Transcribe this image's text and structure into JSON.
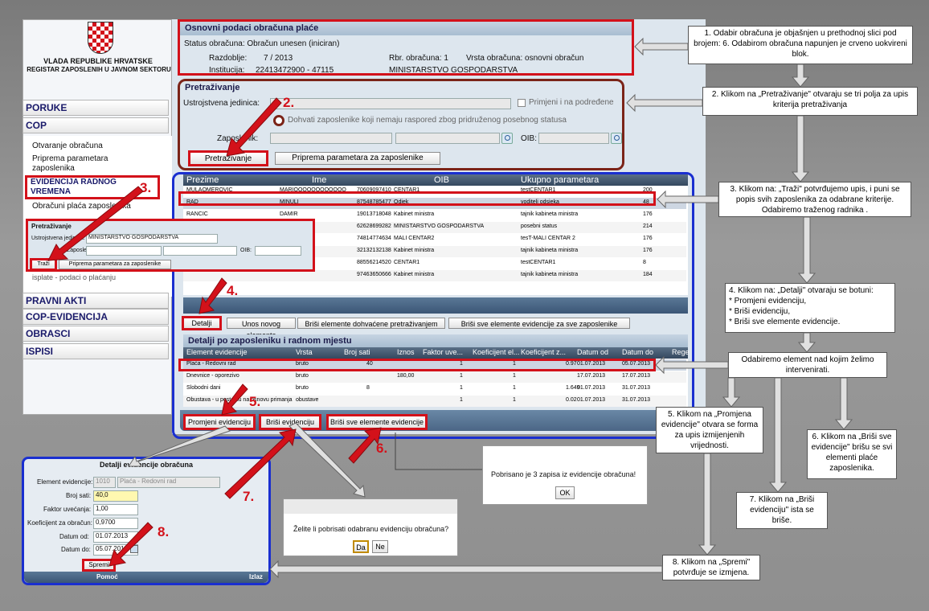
{
  "sidebar": {
    "gov_line1": "VLADA REPUBLIKE HRVATSKE",
    "gov_line2": "REGISTAR ZAPOSLENIH U JAVNOM SEKTORU",
    "items": [
      "PORUKE",
      "COP",
      "PRAVNI AKTI",
      "COP-EVIDENCIJA",
      "OBRASCI",
      "ISPISI"
    ],
    "cop_sub": [
      "Otvaranje obračuna",
      "Priprema parametara zaposlenika",
      "EVIDENCIJA RADNOG VREMENA",
      "Obračuni plaća zaposlenika"
    ],
    "cop_tail": "isplate - podaci o plaćanju"
  },
  "basic": {
    "title": "Osnovni podaci obračuna plaće",
    "status": "Status obračuna: Obračun unesen (iniciran)",
    "period_label": "Razdoblje:",
    "period": "7 / 2013",
    "rbr": "Rbr. obračuna: 1",
    "vrsta": "Vrsta obračuna: osnovni obračun",
    "inst_label": "Institucija:",
    "inst": "22413472900 - 47115",
    "ministry": "MINISTARSTVO GOSPODARSTVA"
  },
  "search": {
    "title": "Pretraživanje",
    "unit_label": "Ustrojstvena jedinica:",
    "apply_sub": "Primjeni i na podređene",
    "no_schedule": "Dohvati zaposlenike koji nemaju raspored zbog pridruženog posebnog statusa",
    "employee_label": "Zaposlenik:",
    "oib_label": "OIB:",
    "btn_search": "Pretraživanje",
    "btn_params": "Priprema parametara za zaposlenike"
  },
  "mini_search": {
    "title": "Pretraživanje",
    "unit_label": "Ustrojstvena jedinica:",
    "unit_value": "MINISTARSTVO GOSPODARSTVA",
    "employee_label": "Zaposlenik:",
    "oib_label": "OIB:",
    "btn_find": "Traži",
    "btn_params": "Priprema parametara za zaposlenike"
  },
  "emp_table": {
    "headers": [
      "Prezime",
      "Ime",
      "OIB",
      "Ukupno parametara"
    ],
    "rows": [
      [
        "MULAOMEROVIC",
        "MARIOOOOOOOOOOOO",
        "70609097410",
        "CENTAR1",
        "testCENTAR1",
        "200"
      ],
      [
        "RAD",
        "MINULI",
        "87548785477",
        "Odjek",
        "voditelj odsjeka",
        "48"
      ],
      [
        "RANCIC",
        "DAMIR",
        "19013718048",
        "Kabinet ministra",
        "tajnik kabineta ministra",
        "176"
      ],
      [
        "",
        "",
        "62628699282",
        "MINISTARSTVO GOSPODARSTVA",
        "posebni status",
        "214"
      ],
      [
        "",
        "",
        "74814774634",
        "MALI CENTAR2",
        "tesT-MALI CENTAR 2",
        "176"
      ],
      [
        "",
        "",
        "32132132138",
        "Kabinet ministra",
        "tajnik kabineta ministra",
        "176"
      ],
      [
        "",
        "",
        "88556214520",
        "CENTAR1",
        "testCENTAR1",
        "8"
      ],
      [
        "",
        "",
        "97463650666",
        "Kabinet ministra",
        "tajnik kabineta ministra",
        "184"
      ]
    ],
    "btn_details": "Detalji",
    "btn_new": "Unos novog elementa",
    "btn_del_found": "Briši elemente dohvaćene pretraživanjem",
    "btn_del_all": "Briši sve elemente evidencije za sve zaposlenike"
  },
  "detail_table": {
    "title": "Detalji po zaposleniku i radnom mjestu",
    "headers": [
      "Element evidencije",
      "Vrsta",
      "Broj sati",
      "Iznos",
      "Faktor uve...",
      "Koeficijent el...",
      "Koeficijent z...",
      "Datum od",
      "Datum do",
      "Rege"
    ],
    "rows": [
      [
        "Plaća - Redovni rad",
        "bruto",
        "40",
        "",
        "1",
        "1",
        "0.97",
        "01.07.2013",
        "05.07.2013"
      ],
      [
        "Dnevnice - oporezivo",
        "bruto",
        "",
        "180,00",
        "1",
        "1",
        "",
        "17.07.2013",
        "17.07.2013"
      ],
      [
        "Slobodni dani",
        "bruto",
        "8",
        "",
        "1",
        "1",
        "1.649",
        "01.07.2013",
        "31.07.2013"
      ],
      [
        "Obustava - u postotku na osnovu primanja",
        "obustave",
        "",
        "",
        "1",
        "1",
        "0.02",
        "01.07.2013",
        "31.07.2013"
      ]
    ],
    "btn_change": "Promjeni evidenciju",
    "btn_delete": "Briši evidenciju",
    "btn_delete_all": "Briši sve elemente evidencije"
  },
  "form": {
    "title": "Detalji evidencije obračuna",
    "element_label": "Element evidencije:",
    "element_code": "1010",
    "element_name": "Plaća - Redovni rad",
    "hours_label": "Broj sati:",
    "hours": "40,0",
    "factor_label": "Faktor uvećanja:",
    "factor": "1,00",
    "coef_label": "Koeficijent za obračun:",
    "coef": "0,9700",
    "from_label": "Datum od:",
    "from": "01.07.2013",
    "to_label": "Datum do:",
    "to": "05.07.2013",
    "btn_save": "Spremi",
    "help": "Pomoć",
    "exit": "Izlaz"
  },
  "dialog_confirm": {
    "text": "Želite li pobrisati odabranu evidenciju obračuna?",
    "yes": "Da",
    "no": "Ne"
  },
  "dialog_info": {
    "text": "Pobrisano je 3 zapisa iz evidencije obračuna!",
    "ok": "OK"
  },
  "notes": [
    "1. Odabir obračuna je objašnjen  u prethodnoj slici pod brojem: 6. Odabirom obračuna napunjen je  crveno uokvireni blok.",
    "2. Klikom na „Pretraživanje\" otvaraju se tri polja za upis kriterija pretraživanja",
    "3.  Klikom na: „Traži\" potvrđujemo upis,  i puni se popis svih zaposlenika za odabrane kriterije. Odabiremo traženog radnika .",
    "4. Klikom na: „Detalji\" otvaraju se botuni:",
    "* Promjeni evidenciju,",
    "* Briši evidenciju,",
    "* Briši sve elemente evidencije.",
    "Odabiremo element nad kojim želimo intervenirati.",
    "5. Klikom na „Promjena evidencije\" otvara se forma za upis izmijenjenih vrijednosti.",
    "6. Klikom na „Briši sve evidencije\" brišu se svi elementi plaće zaposlenika.",
    "7. Klikom na „Briši evidenciju\" ista se briše.",
    "8. Klikom na „Spremi\" potvrđuje se izmjena."
  ],
  "badges": [
    "2.",
    "3.",
    "4.",
    "5.",
    "6.",
    "7.",
    "8."
  ],
  "colors": {
    "red": "#d3111a",
    "blue": "#1a2fd0"
  }
}
